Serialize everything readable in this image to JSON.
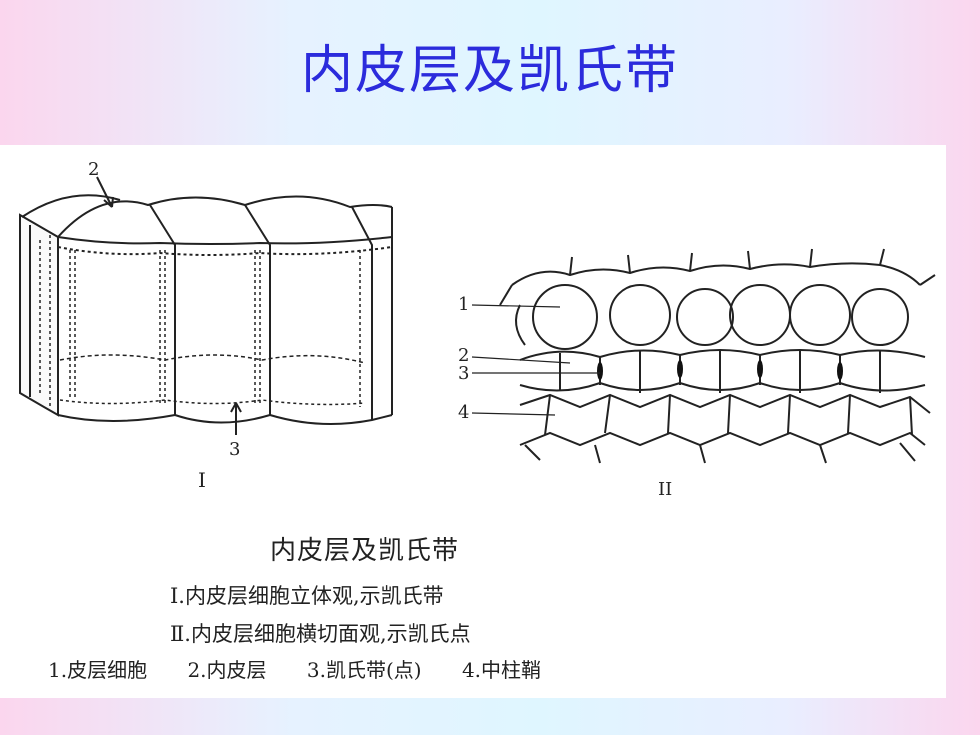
{
  "slide": {
    "title": "内皮层及凯氏带"
  },
  "figure": {
    "panel_left_label": "I",
    "panel_right_label": "II",
    "left_callouts": {
      "top": "2",
      "bottom": "3"
    },
    "right_callouts": [
      "1",
      "2",
      "3",
      "4"
    ],
    "caption_title": "内皮层及凯氏带",
    "caption_lines": [
      "I.内皮层细胞立体观,示凯氏带",
      "Ⅱ.内皮层细胞横切面观,示凯氏点"
    ],
    "legend": [
      "1.皮层细胞",
      "2.内皮层",
      "3.凯氏带(点)",
      "4.中柱鞘"
    ]
  }
}
